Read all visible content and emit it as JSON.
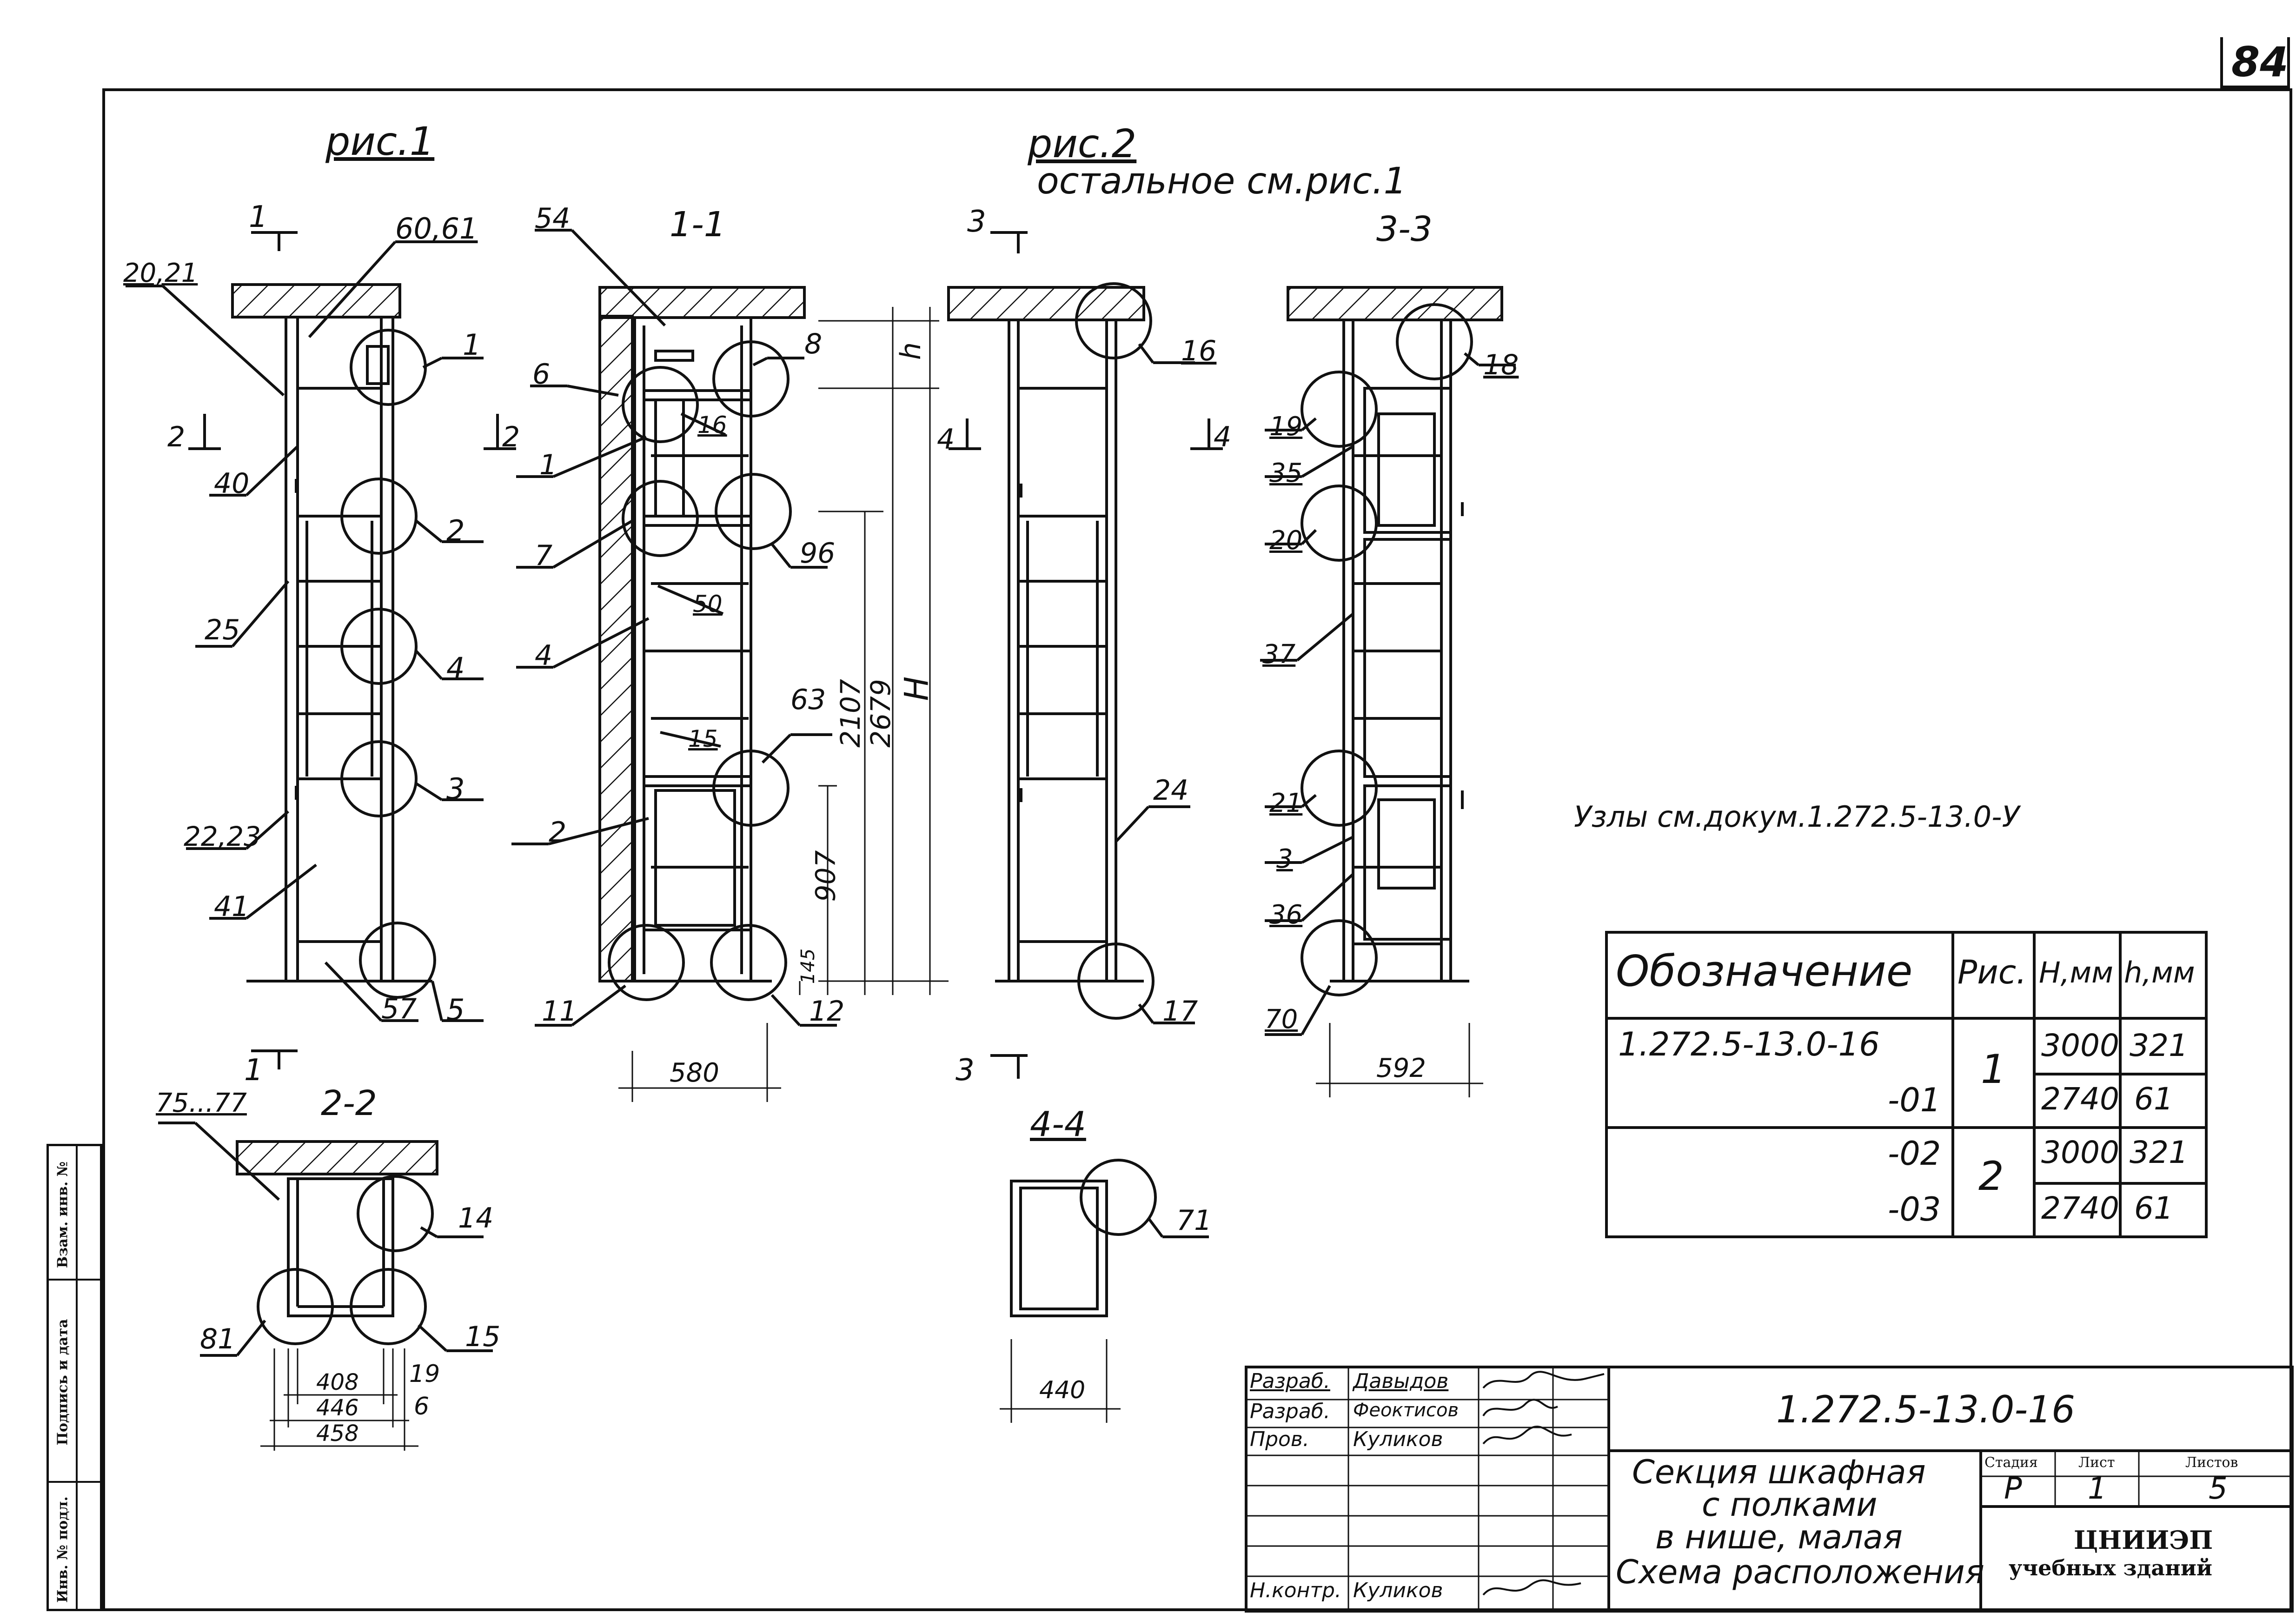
{
  "sheet_number": "84",
  "figure1_label": "рис.1",
  "figure2_label": "рис.2",
  "figure2_note": "остальное см.рис.1",
  "section_labels": {
    "s11": "1-1",
    "s33": "3-3",
    "s22": "2-2",
    "s44": "4-4"
  },
  "cut_marks": [
    "1",
    "1",
    "2",
    "2",
    "3",
    "3",
    "4",
    "4"
  ],
  "leaders_fig1": [
    "20,21",
    "60,61",
    "1",
    "2",
    "4",
    "3",
    "5",
    "40",
    "25",
    "22,23",
    "41",
    "57"
  ],
  "leaders_s11": [
    "54",
    "8",
    "6",
    "16",
    "1",
    "7",
    "50",
    "96",
    "4",
    "63",
    "15",
    "2",
    "11",
    "12"
  ],
  "leaders_fig2": [
    "16",
    "24",
    "17"
  ],
  "leaders_s33": [
    "18",
    "19",
    "35",
    "20",
    "37",
    "21",
    "3",
    "36",
    "70"
  ],
  "leaders_s22": [
    "75...77",
    "14",
    "81",
    "15"
  ],
  "leaders_s44": [
    "71"
  ],
  "dims_s11": {
    "h": "h",
    "H": "H",
    "d2107": "2107",
    "d2679": "2679",
    "d907": "907",
    "d145": "145",
    "d580": "580"
  },
  "dims_s33": {
    "d592": "592"
  },
  "dims_s22": {
    "d408": "408",
    "d446": "446",
    "d458": "458",
    "d19": "19",
    "d6": "6"
  },
  "dims_s44": {
    "d440": "440"
  },
  "nodes_note": "Узлы см.докум.1.272.5-13.0-У",
  "variants_table": {
    "headers": [
      "Обозначение",
      "Рис.",
      "H,мм",
      "h,мм"
    ],
    "rows": [
      {
        "designation": "1.272.5-13.0-16",
        "fig": "1",
        "H": "3000",
        "h": "321"
      },
      {
        "designation": "-01",
        "fig": "",
        "H": "2740",
        "h": "61"
      },
      {
        "designation": "-02",
        "fig": "2",
        "H": "3000",
        "h": "321"
      },
      {
        "designation": "-03",
        "fig": "",
        "H": "2740",
        "h": "61"
      }
    ]
  },
  "title_block": {
    "document_code": "1.272.5-13.0-16",
    "title_lines": [
      "Секция шкафная",
      "с полками",
      "в нише, малая",
      "Схема расположения"
    ],
    "roles": [
      {
        "role": "Разраб.",
        "name": "Давыдов"
      },
      {
        "role": "Разраб.",
        "name": "Феоктисов"
      },
      {
        "role": "Пров.",
        "name": "Куликов"
      },
      {
        "role": "Н.контр.",
        "name": "Куликов"
      }
    ],
    "stage_header": "Стадия",
    "stage": "Р",
    "sheet_header": "Лист",
    "sheet": "1",
    "sheets_header": "Листов",
    "sheets": "5",
    "org_name": "ЦНИИЭП",
    "org_sub": "учебных зданий"
  },
  "side_stamp": [
    "Взам. инв. №",
    "Подпись и дата",
    "Инв. № подл."
  ]
}
